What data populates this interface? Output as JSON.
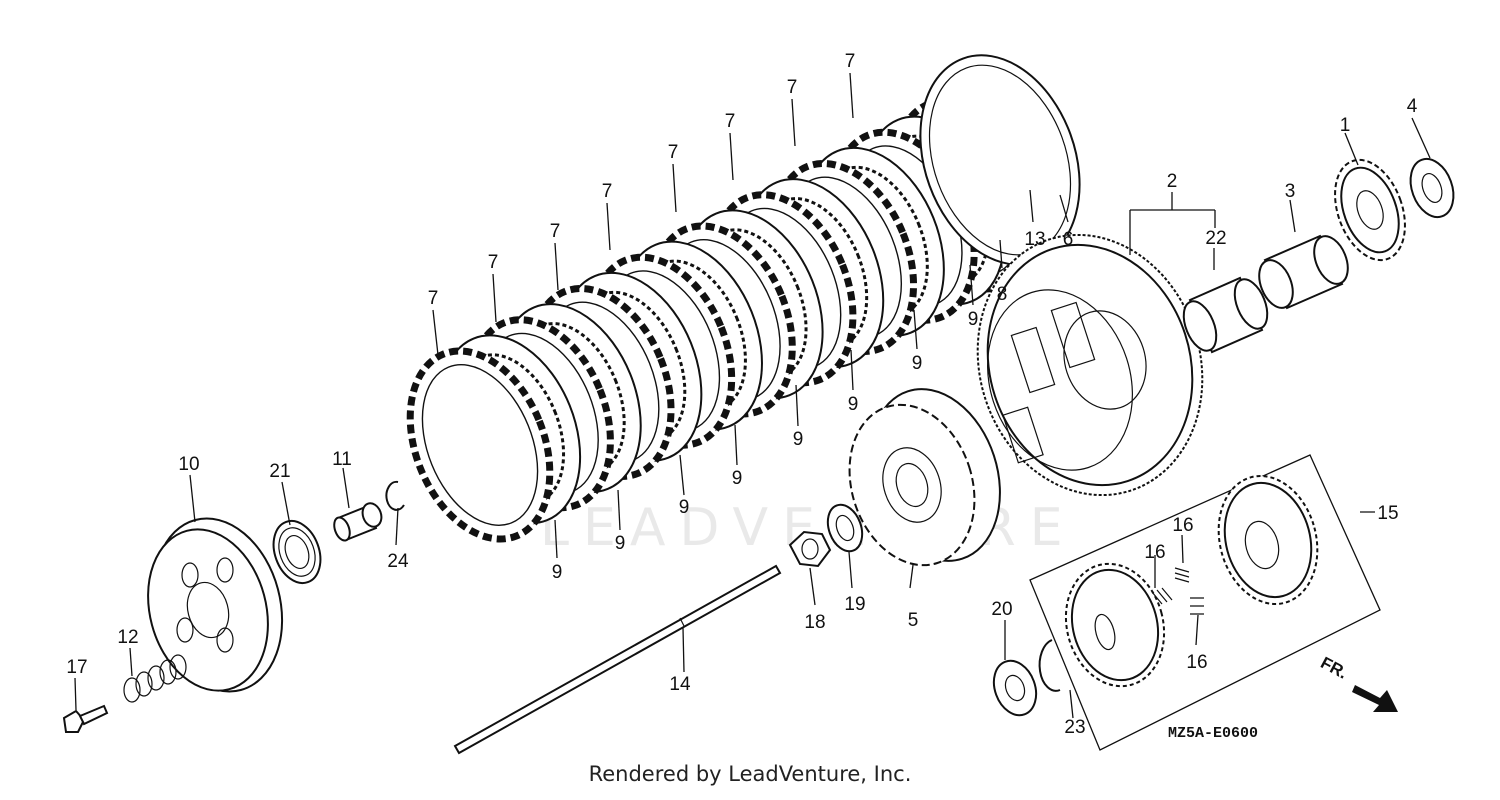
{
  "diagram_code": "MZ5A-E0600",
  "direction_label": "FR.",
  "watermark": "LEADVENTURE",
  "footer": "Rendered by LeadVenture, Inc.",
  "colors": {
    "line": "#111111",
    "background": "#ffffff",
    "watermark": "#e9e9e9"
  },
  "callouts": [
    {
      "id": "c1",
      "label": "1"
    },
    {
      "id": "c2",
      "label": "2"
    },
    {
      "id": "c3",
      "label": "3"
    },
    {
      "id": "c4",
      "label": "4"
    },
    {
      "id": "c5",
      "label": "5"
    },
    {
      "id": "c6",
      "label": "6"
    },
    {
      "id": "c7a",
      "label": "7"
    },
    {
      "id": "c7b",
      "label": "7"
    },
    {
      "id": "c7c",
      "label": "7"
    },
    {
      "id": "c7d",
      "label": "7"
    },
    {
      "id": "c7e",
      "label": "7"
    },
    {
      "id": "c7f",
      "label": "7"
    },
    {
      "id": "c7g",
      "label": "7"
    },
    {
      "id": "c7h",
      "label": "7"
    },
    {
      "id": "c7i",
      "label": "7"
    },
    {
      "id": "c8",
      "label": "8"
    },
    {
      "id": "c9a",
      "label": "9"
    },
    {
      "id": "c9b",
      "label": "9"
    },
    {
      "id": "c9c",
      "label": "9"
    },
    {
      "id": "c9d",
      "label": "9"
    },
    {
      "id": "c9e",
      "label": "9"
    },
    {
      "id": "c9f",
      "label": "9"
    },
    {
      "id": "c9g",
      "label": "9"
    },
    {
      "id": "c9h",
      "label": "9"
    },
    {
      "id": "c10",
      "label": "10"
    },
    {
      "id": "c11",
      "label": "11"
    },
    {
      "id": "c12",
      "label": "12"
    },
    {
      "id": "c13",
      "label": "13"
    },
    {
      "id": "c14",
      "label": "14"
    },
    {
      "id": "c15",
      "label": "15"
    },
    {
      "id": "c16a",
      "label": "16"
    },
    {
      "id": "c16b",
      "label": "16"
    },
    {
      "id": "c16c",
      "label": "16"
    },
    {
      "id": "c17",
      "label": "17"
    },
    {
      "id": "c18",
      "label": "18"
    },
    {
      "id": "c19",
      "label": "19"
    },
    {
      "id": "c20",
      "label": "20"
    },
    {
      "id": "c21",
      "label": "21"
    },
    {
      "id": "c22",
      "label": "22"
    },
    {
      "id": "c23",
      "label": "23"
    },
    {
      "id": "c24",
      "label": "24"
    }
  ]
}
